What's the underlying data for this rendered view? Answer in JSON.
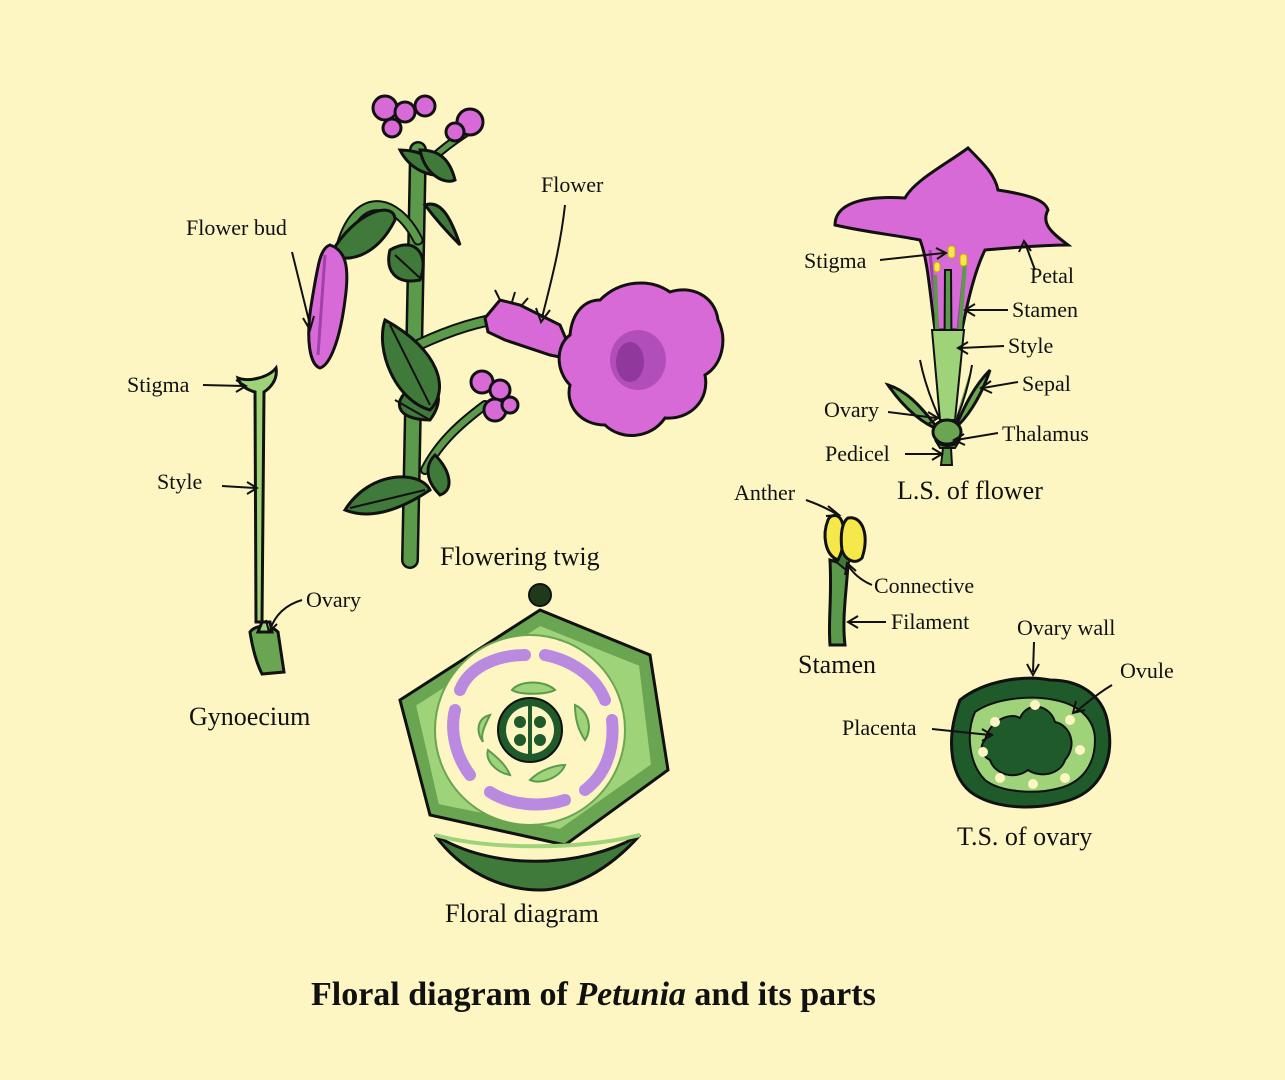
{
  "title": {
    "prefix": "Floral diagram of ",
    "genus": "Petunia",
    "suffix": " and its parts"
  },
  "twig": {
    "caption": "Flowering twig",
    "label_bud": "Flower bud",
    "label_flower": "Flower"
  },
  "gynoecium": {
    "caption": "Gynoecium",
    "label_stigma": "Stigma",
    "label_style": "Style",
    "label_ovary": "Ovary"
  },
  "ls_flower": {
    "caption": "L.S. of flower",
    "label_stigma": "Stigma",
    "label_petal": "Petal",
    "label_stamen": "Stamen",
    "label_style": "Style",
    "label_sepal": "Sepal",
    "label_ovary": "Ovary",
    "label_thalamus": "Thalamus",
    "label_pedicel": "Pedicel"
  },
  "stamen": {
    "caption": "Stamen",
    "label_anther": "Anther",
    "label_connective": "Connective",
    "label_filament": "Filament"
  },
  "floral_diagram": {
    "caption": "Floral diagram"
  },
  "ts_ovary": {
    "caption": "T.S. of ovary",
    "label_wall": "Ovary wall",
    "label_ovule": "Ovule",
    "label_placenta": "Placenta"
  },
  "colors": {
    "background": "#fdf6c3",
    "petal": "#d86ad8",
    "stem": "#5a9a4a",
    "leaf": "#3f7a3a",
    "dark_green": "#1f5a2a",
    "light_green": "#9ed37a",
    "lavender": "#b98ae0",
    "anther_yellow": "#f5e84a"
  }
}
